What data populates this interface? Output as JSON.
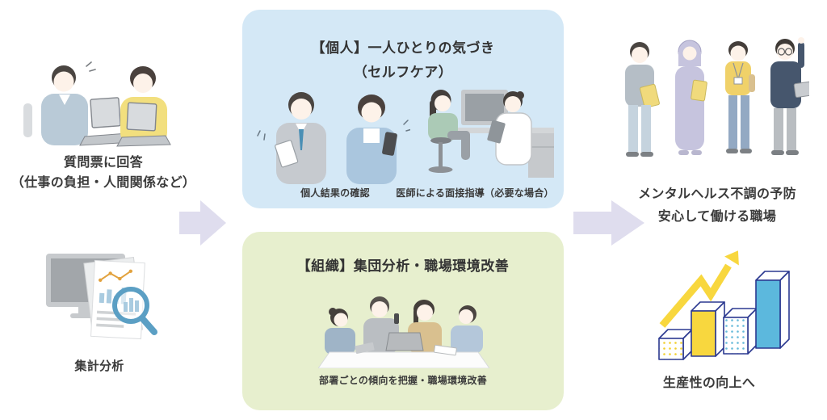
{
  "diagram": {
    "name": "stress-check-program-flow",
    "background_color": "#ffffff",
    "text_color": "#3b3b3b"
  },
  "left_column": {
    "questionnaire": {
      "illustration": "two-employees-answering-on-laptops",
      "caption_line1": "質問票に回答",
      "caption_line2": "（仕事の負担・人間関係など）"
    },
    "analysis": {
      "illustration": "monitor-report-magnifier",
      "caption": "集計分析"
    }
  },
  "flow_arrows": {
    "color": "#dfddee",
    "left_arrow": "right-block-arrow",
    "right_arrow": "right-block-arrow"
  },
  "individual_box": {
    "bg_color": "#d4e8f6",
    "title_line1": "【個人】一人ひとりの気づき",
    "title_line2": "（セルフケア）",
    "items": [
      {
        "illustration": "two-people-checking-phones",
        "caption": "個人結果の確認"
      },
      {
        "illustration": "doctor-interview-at-desk",
        "caption": "医師による面接指導（必要な場合）"
      }
    ]
  },
  "organization_box": {
    "bg_color": "#e7efce",
    "title": "【組織】集団分析・職場環境改善",
    "illustration": "team-meeting-around-table",
    "caption": "部署ごとの傾向を把握・職場環境改善"
  },
  "right_column": {
    "outcome": {
      "illustration": "four-standing-workers",
      "caption_line1": "メンタルヘルス不調の予防",
      "caption_line2": "安心して働ける職場"
    },
    "productivity": {
      "illustration": "rising-3d-bar-chart-with-arrow",
      "caption": "生産性の向上へ",
      "colors": {
        "yellow": "#f8d73e",
        "blue": "#5cb8dd",
        "outline": "#2b3990"
      }
    }
  }
}
